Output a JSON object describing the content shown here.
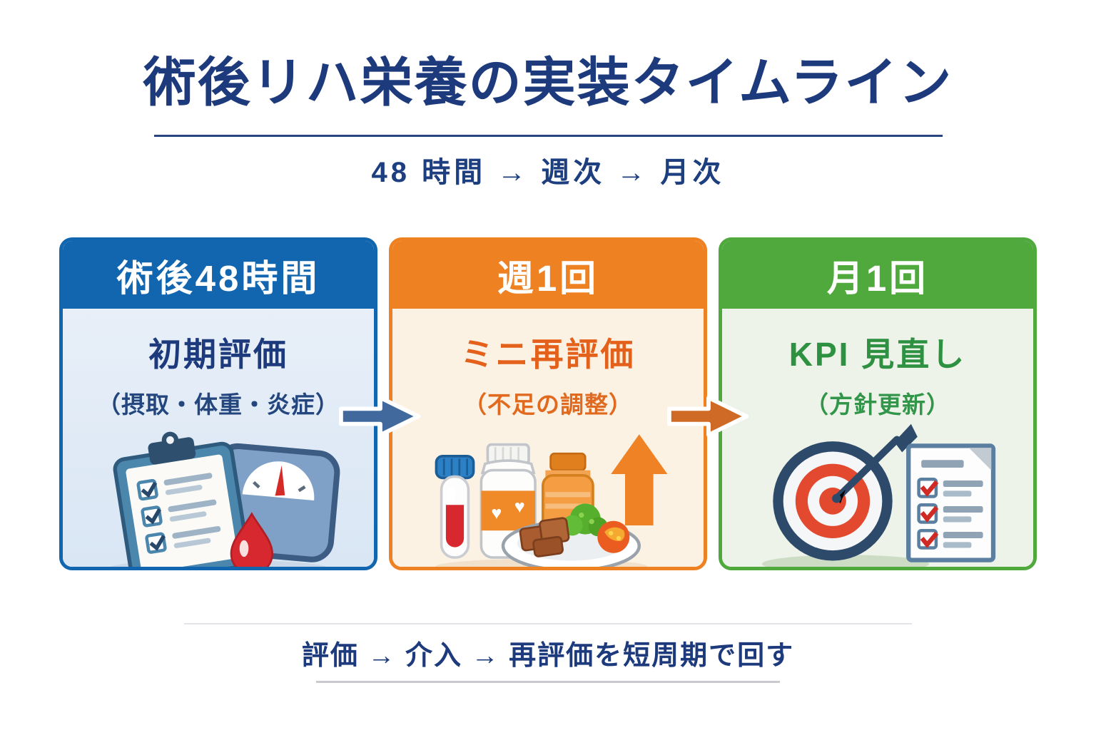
{
  "page": {
    "title": "術後リハ栄養の実装タイムライン",
    "subtitle": "48 時間 → 週次 → 月次",
    "footer_note": "評価 → 介入 → 再評価を短周期で回す"
  },
  "cards": [
    {
      "header": "術後48時間",
      "title": "初期評価",
      "note": "（摂取・体重・炎症）",
      "icons": [
        "clipboard-checklist",
        "weight-scale",
        "blood-drop"
      ]
    },
    {
      "header": "週1回",
      "title": "ミニ再評価",
      "note": "（不足の調整）",
      "icons": [
        "blood-test-tube",
        "supplement-bottles",
        "meal-plate",
        "up-arrow"
      ]
    },
    {
      "header": "月1回",
      "title": "KPI 見直し",
      "note": "（方針更新）",
      "icons": [
        "dartboard-target",
        "checklist-document"
      ]
    }
  ],
  "colors": {
    "title_navy": "#1d3a7c",
    "card1_accent": "#1266b0",
    "card1_body_bg": "#dde8f5",
    "card2_accent": "#ee8121",
    "card2_text": "#e4611c",
    "card2_body_bg": "#fcf2e4",
    "card3_accent": "#4fa93c",
    "card3_text": "#2e9141",
    "card3_body_bg": "#edf3e8",
    "flow_arrow_blue": "#41699e",
    "flow_arrow_orange": "#cf6a26"
  }
}
